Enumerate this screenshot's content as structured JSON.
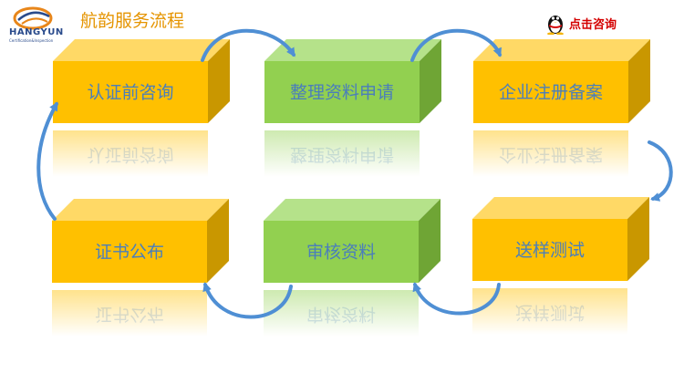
{
  "header": {
    "logo_text": "HANGYUN",
    "logo_subtext": "Certification&Inspection",
    "title": "航韵服务流程",
    "consult_label": "点击咨询",
    "consult_icon": "qq-penguin-icon"
  },
  "flow": {
    "steps": [
      {
        "label": "认证前咨询",
        "color": "yellow"
      },
      {
        "label": "整理资料申请",
        "color": "green"
      },
      {
        "label": "企业注册备案",
        "color": "yellow"
      },
      {
        "label": "送样测试",
        "color": "yellow"
      },
      {
        "label": "审核资料",
        "color": "green"
      },
      {
        "label": "证书公布",
        "color": "yellow"
      }
    ]
  },
  "colors": {
    "yellow_front": "#ffc000",
    "yellow_top": "#ffd966",
    "yellow_side": "#c99700",
    "green_front": "#92d050",
    "green_top": "#b5e28a",
    "green_side": "#6fa535",
    "label_blue": "#4a7ebb",
    "arrow_blue": "#4f8fd4",
    "title_orange": "#e59400"
  }
}
